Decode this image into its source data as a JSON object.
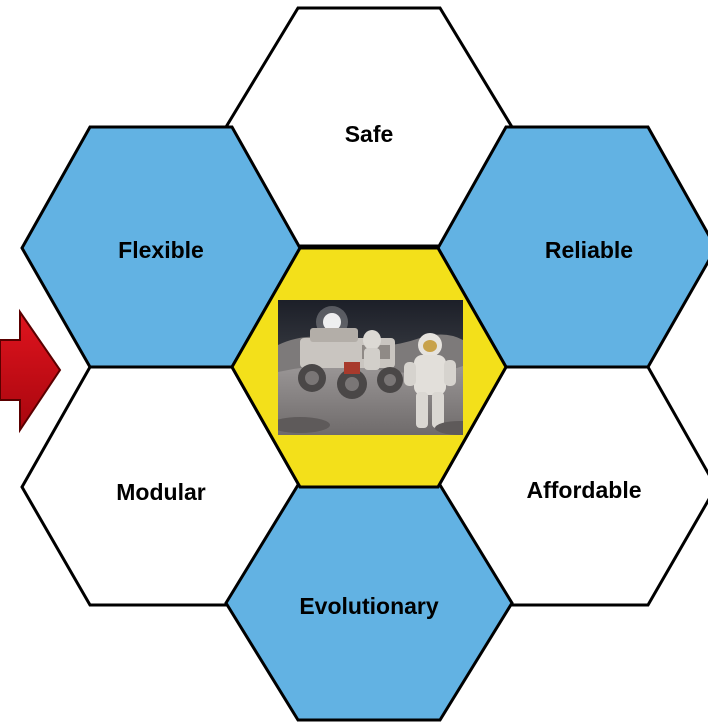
{
  "colors": {
    "blue_hex": "#62b2e3",
    "white_hex": "#ffffff",
    "center_hex": "#f3e01a",
    "arrow": "#cc0a14",
    "outline": "#000000"
  },
  "hexagons": {
    "top": {
      "label": "Safe",
      "fill": "white"
    },
    "upper_left": {
      "label": "Flexible",
      "fill": "blue"
    },
    "upper_right": {
      "label": "Reliable",
      "fill": "blue"
    },
    "lower_left": {
      "label": "Modular",
      "fill": "white"
    },
    "lower_right": {
      "label": "Affordable",
      "fill": "white"
    },
    "bottom": {
      "label": "Evolutionary",
      "fill": "blue"
    },
    "center": {
      "content": "astronauts-with-lunar-rover-photo"
    }
  },
  "arrow": {
    "direction": "right",
    "icon": "red-arrow-icon"
  }
}
